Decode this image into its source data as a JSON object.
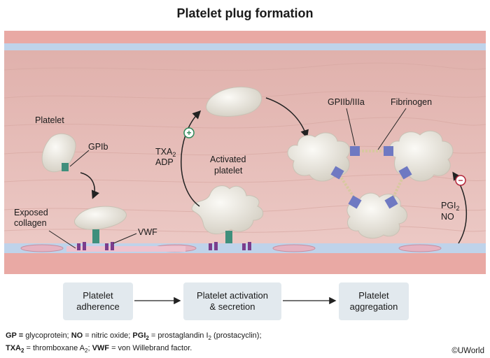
{
  "title": "Platelet plug formation",
  "labels": {
    "platelet": "Platelet",
    "gpib": "GPIb",
    "exposed": "Exposed",
    "collagen": "collagen",
    "vwf": "VWF",
    "txa": "TXA",
    "txa_sub": "2",
    "adp": "ADP",
    "activated": "Activated",
    "activated2": "platelet",
    "gp2b3a": "GPIIb/IIIa",
    "fibrinogen": "Fibrinogen",
    "pgi": "PGI",
    "pgi_sub": "2",
    "no": "NO",
    "plus": "+",
    "minus": "−"
  },
  "steps": [
    {
      "label": "Platelet\nadherence"
    },
    {
      "label": "Platelet activation\n& secretion"
    },
    {
      "label": "Platelet\naggregation"
    }
  ],
  "legend": {
    "l1_gp": "GP =",
    "l1_gp_def": " glycoprotein;",
    "l1_no": "NO",
    "l1_no_def": " = nitric oxide;",
    "l1_pgi": "PGI",
    "l1_pgi_sub": "2",
    "l1_pgi_def": " = prostaglandin I",
    "l1_pgi_def_sub": "2",
    "l1_pgi_tail": " (prostacyclin);",
    "l2_txa": "TXA",
    "l2_txa_sub": "2",
    "l2_txa_def": " = thromboxane A",
    "l2_txa_def_sub": "2",
    "l2_sep": ";",
    "l2_vwf": "VWF",
    "l2_vwf_def": " = von Willebrand factor."
  },
  "copyright": "©UWorld",
  "colors": {
    "lumen": "#e8c7c3",
    "wall": "#e9a9a4",
    "membrane": "#bfd3ea",
    "platelet": "#efebe3",
    "gpib": "#3f8f7c",
    "receptor": "#6f79c2",
    "collagen": "#7b3d8c",
    "inhibit": "#b3263a",
    "stimulate": "#2f8a5a"
  }
}
